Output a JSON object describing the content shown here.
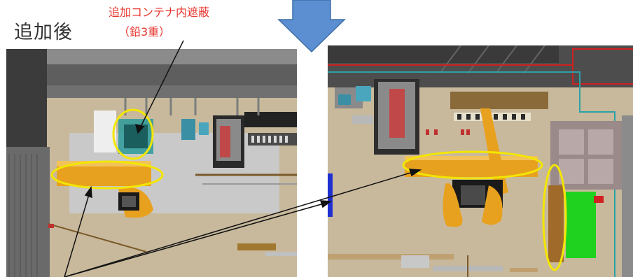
{
  "title": "追加後",
  "annotation": {
    "line1": "追加コンテナ内遮蔽",
    "line2": "（鉛3重）"
  },
  "colors": {
    "annotation_text": "#e8332b",
    "highlight_ellipse": "#f3e600",
    "arrow_down": "#4f81bd",
    "shield_green": "#1fd21f",
    "crane_orange": "#e8a11e"
  },
  "panels": [
    {
      "name": "left-scene"
    },
    {
      "name": "right-scene"
    }
  ]
}
